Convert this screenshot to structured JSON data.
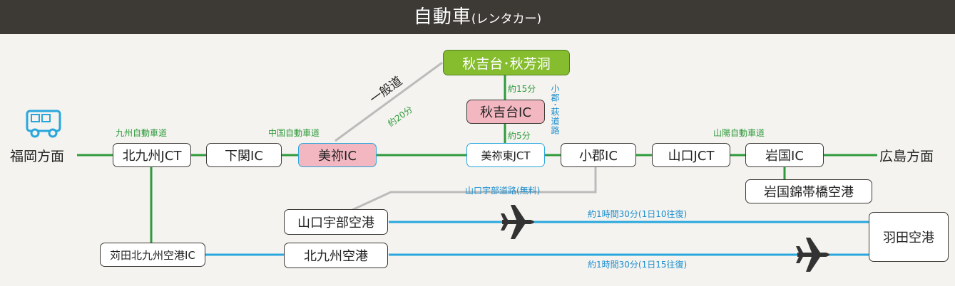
{
  "header": {
    "title": "自動車",
    "subtitle": "(レンタカー)"
  },
  "colors": {
    "green_line": "#2f9a3c",
    "blue_line": "#29a7dd",
    "gray_line": "#bbbbbb",
    "highlight": "#f2b7c1",
    "destination": "#86bd2f"
  },
  "icons": {
    "car": "car-icon",
    "plane": "airplane-icon"
  },
  "endpoints": {
    "left": "福岡方面",
    "right": "広島方面"
  },
  "nodes": {
    "kitakyushu_jct": "北九州JCT",
    "shimonoseki_ic": "下関IC",
    "mine_ic": "美祢IC",
    "mine_higashi_jct": "美祢東JCT",
    "ogori_ic": "小郡IC",
    "yamaguchi_jct": "山口JCT",
    "iwakuni_ic": "岩国IC",
    "akiyoshidai_ic": "秋吉台IC",
    "akiyoshidai_akiyoshido": "秋吉台･秋芳洞",
    "iwakuni_kintaikyo_airport": "岩国錦帯橋空港",
    "yamaguchi_ube_airport": "山口宇部空港",
    "kanda_kitakyushu_airport_ic": "苅田北九州空港IC",
    "kitakyushu_airport": "北九州空港",
    "haneda_airport": "羽田空港"
  },
  "labels": {
    "kyushu_expressway": "九州自動車道",
    "chugoku_expressway": "中国自動車道",
    "sanyo_expressway": "山陽自動車道",
    "general_road": "一般道",
    "about_20min": "約20分",
    "about_15min": "約15分",
    "about_5min": "約5分",
    "ogori_hagi_road": "小郡･萩道路",
    "yamaguchi_ube_road": "山口宇部道路(無料)",
    "flight_ube": "約1時間30分(1日10往復)",
    "flight_kitakyushu": "約1時間30分(1日15往復)"
  }
}
